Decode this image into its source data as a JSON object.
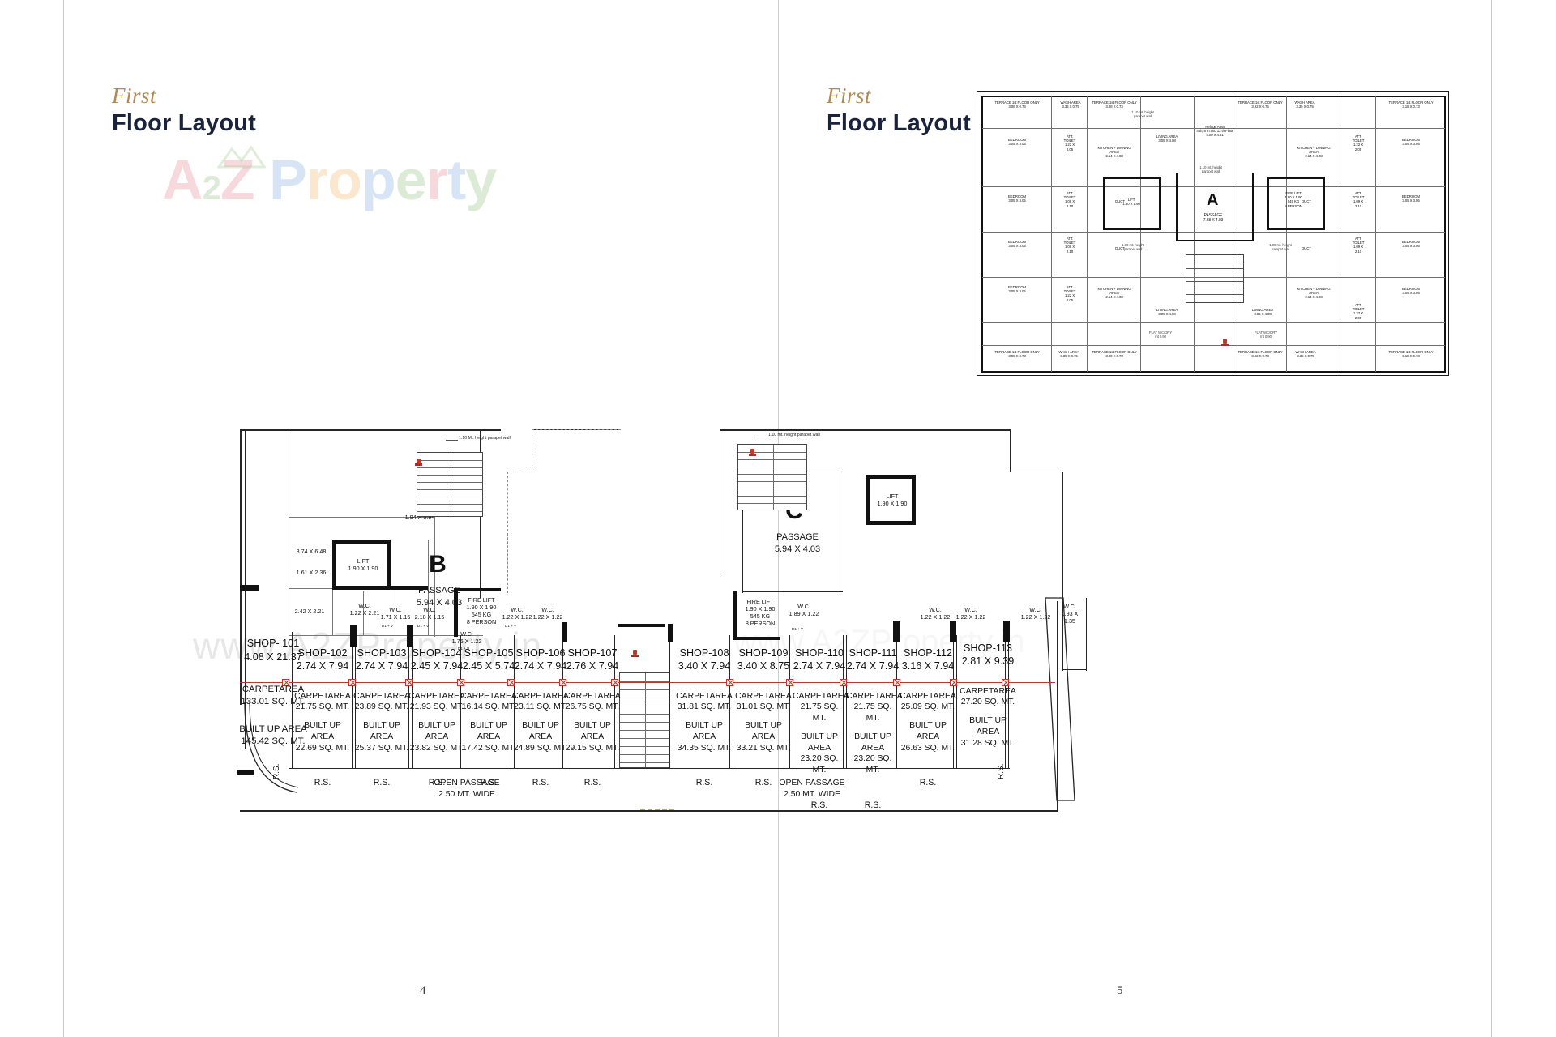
{
  "page": {
    "left_title": {
      "script": "First",
      "main": "Floor Layout"
    },
    "right_title": {
      "script": "First",
      "main": "Floor Layout"
    },
    "page_number_left": "4",
    "page_number_right": "5",
    "accent_script_color": "#b08a52",
    "accent_title_color": "#19233c",
    "red_dimension_color": "#c0392b"
  },
  "watermark": {
    "logo_a": "A",
    "logo_2": "2",
    "logo_z": "Z",
    "logo_p": "P",
    "logo_r": "r",
    "logo_o": "o",
    "logo_p2": "p",
    "logo_e": "e",
    "logo_r2": "r",
    "logo_t": "t",
    "logo_y": "y",
    "url": "www.A2ZProperty.in"
  },
  "keyplan": {
    "block_letter": "A",
    "passage": "PASSAGE\n7.68 X 4.03",
    "refuge": "Refuge Area\n4 th, 8 th and 12 th Floor\n4.00 X 4.31",
    "lift": "LIFT\n1.80 X 1.90",
    "fire_lift": "FIRE LIFT\n1.90 X 1.90\n545 KG\n8 PERSON",
    "rooms": [
      {
        "text": "TERRACE 1st FLOOR ONLY\n3.08 X 0.73"
      },
      {
        "text": "WASH AREA\n3.35 X 0.75"
      },
      {
        "text": "TERRACE 1st FLOOR ONLY\n3.08 X 0.73"
      },
      {
        "text": "TERRACE 1st FLOOR ONLY\n3.92 X 0.75"
      },
      {
        "text": "WASH AREA\n3.35 X 0.75"
      },
      {
        "text": "TERRACE 1st FLOOR ONLY\n3.18 X 0.73"
      },
      {
        "text": "BEDROOM\n3.05 X 3.05"
      },
      {
        "text": "ATT.\nTOILET\n1.22 X\n2.05"
      },
      {
        "text": "KITCHEN + DINNING\nAREA\n2.14 X 4.08"
      },
      {
        "text": "LIVING AREA\n3.05 X 4.08"
      },
      {
        "text": "KITCHEN + DINNING\nAREA\n2.14 X 4.08"
      },
      {
        "text": "ATT.\nTOILET\n1.22 X\n2.05"
      },
      {
        "text": "BEDROOM\n3.05 X 3.05"
      },
      {
        "text": "BEDROOM\n3.05 X 3.05"
      },
      {
        "text": "ATT.\nTOILET\n1.09 X\n2.10"
      },
      {
        "text": "DUCT"
      },
      {
        "text": "DUCT"
      },
      {
        "text": "ATT.\nTOILET\n1.09 X\n2.10"
      },
      {
        "text": "BEDROOM\n3.05 X 3.05"
      },
      {
        "text": "BEDROOM\n3.05 X 3.05"
      },
      {
        "text": "ATT.\nTOILET\n1.09 X\n2.10"
      },
      {
        "text": "DUCT"
      },
      {
        "text": "DUCT"
      },
      {
        "text": "ATT.\nTOILET\n1.09 X\n2.10"
      },
      {
        "text": "BEDROOM\n3.05 X 3.05"
      },
      {
        "text": "BEDROOM\n3.05 X 3.05"
      },
      {
        "text": "ATT.\nTOILET\n1.22 X\n2.05"
      },
      {
        "text": "KITCHEN + DINNING\nAREA\n2.14 X 4.08"
      },
      {
        "text": "LIVING AREA\n3.05 X 4.08"
      },
      {
        "text": "KITCHEN + DINNING\nAREA\n2.14 X 4.08"
      },
      {
        "text": "LIVING AREA\n3.05 X 4.08"
      },
      {
        "text": "ATT.\nTOILET\n1.27 X\n2.05"
      },
      {
        "text": "BEDROOM\n3.05 X 3.05"
      },
      {
        "text": "TERRACE 1st FLOOR ONLY\n3.08 X 0.73"
      },
      {
        "text": "WASH AREA\n3.35 X 0.75"
      },
      {
        "text": "TERRACE 1st FLOOR ONLY\n3.00 X 0.73"
      },
      {
        "text": "TERRACE 1st FLOOR ONLY\n3.92 X 0.73"
      },
      {
        "text": "WASH AREA\n3.35 X 0.75"
      },
      {
        "text": "TERRACE 1st FLOOR ONLY\n3.18 X 0.73"
      }
    ],
    "notes": [
      "1.10 mt. height\nparapet wall",
      "1.10 mt. height\nparapet wall",
      "1.00 mt. height\nparapet wall",
      "1.00 mt. height\nparapet wall",
      "FLAT WC/DRY\nmt 0.90",
      "FLAT WC/DRY\nmt 0.90"
    ]
  },
  "plan": {
    "block_b": {
      "letter": "B",
      "label": "PASSAGE\n5.94 X 4.03"
    },
    "block_c": {
      "letter": "C",
      "label": "PASSAGE\n5.94 X 4.03"
    },
    "lift_b": "LIFT\n1.90 X 1.90",
    "lift_c": "LIFT\n1.90 X 1.90",
    "fire_lift_b": "FIRE LIFT\n1.90 X 1.90\n545 KG\n8 PERSON",
    "fire_lift_c": "FIRE LIFT\n1.90 X 1.90\n545 KG\n8 PERSON",
    "rooms": [
      {
        "name": "room-dim-1",
        "text": "8.74 X 6.48"
      },
      {
        "name": "room-dim-2",
        "text": "1.94 X 5.94"
      },
      {
        "name": "room-dim-3",
        "text": "1.61 X 2.36"
      },
      {
        "name": "room-dim-4",
        "text": "2.42 X 2.21"
      }
    ],
    "wcs": [
      {
        "name": "wc-b-1",
        "text": "W.C.\n1.22 X 2.21"
      },
      {
        "name": "wc-b-2",
        "text": "W.C.\n1.22 X 1.22"
      },
      {
        "name": "wc-b-3",
        "text": "W.C.\n1.71 X 1.15"
      },
      {
        "name": "wc-b-4",
        "text": "W.C.\n2.18 X 1.15"
      },
      {
        "name": "wc-b-5",
        "text": "W.C.\n1.76 X 1.22"
      },
      {
        "name": "wc-b-6",
        "text": "W.C.\n1.22 X 1.22"
      },
      {
        "name": "wc-b-7",
        "text": "W.C.\n1.22 X 1.22"
      },
      {
        "name": "wc-c-1",
        "text": "W.C.\n1.22 X 1.22"
      },
      {
        "name": "wc-c-2",
        "text": "W.C.\n1.89 X 1.22"
      },
      {
        "name": "wc-c-3",
        "text": "W.C.\n1.22 X 1.22"
      },
      {
        "name": "wc-c-4",
        "text": "W.C.\n1.22 X 1.22"
      },
      {
        "name": "wc-c-5",
        "text": "W.C.\n1.22 X 1.22"
      },
      {
        "name": "wc-c-6",
        "text": "W.C.\n0.93 X\n1.35"
      }
    ],
    "dv_labels": [
      "D1 + V",
      "D1 + V",
      "D1 + V",
      "D1 + V",
      "D1 + V",
      "D1 + V",
      "D1 + V",
      "D1 + V"
    ],
    "parapet_notes": [
      "1.10 Mt. height\nparapet wall",
      "1.10 mt. height\nparapet wall"
    ],
    "open_passage_left": "OPEN PASSAGE\n2.50 MT. WIDE",
    "open_passage_right": "OPEN PASSAGE\n2.50 MT. WIDE",
    "rs_left": "R.S.",
    "rs_right": "R.S.",
    "carpet_label": "CARPETAREA",
    "built_label": "BUILT UP AREA",
    "unit": "SQ. MT.",
    "rs_label": "R.S."
  },
  "shops": [
    {
      "id": "SHOP- 101",
      "dims": "4.08 X 21.37",
      "carpet": "133.01 SQ. MT.",
      "built": "145.42 SQ. MT.",
      "rs": "R.S."
    },
    {
      "id": "SHOP-102",
      "dims": "2.74 X 7.94",
      "carpet": "21.75 SQ. MT.",
      "built": "22.69 SQ. MT.",
      "rs": "R.S."
    },
    {
      "id": "SHOP-103",
      "dims": "2.74 X 7.94",
      "carpet": "23.89 SQ. MT.",
      "built": "25.37 SQ. MT.",
      "rs": "R.S."
    },
    {
      "id": "SHOP-104",
      "dims": "2.45 X 7.94",
      "carpet": "21.93 SQ. MT.",
      "built": "23.82 SQ. MT.",
      "rs": "R.S."
    },
    {
      "id": "SHOP-105",
      "dims": "2.45 X 5.74",
      "carpet": "16.14 SQ. MT.",
      "built": "17.42 SQ. MT.",
      "rs": "R.S."
    },
    {
      "id": "SHOP-106",
      "dims": "2.74 X 7.94",
      "carpet": "23.11 SQ. MT.",
      "built": "24.89 SQ. MT.",
      "rs": "R.S."
    },
    {
      "id": "SHOP-107",
      "dims": "2.76 X 7.94",
      "carpet": "26.75 SQ. MT.",
      "built": "29.15 SQ. MT.",
      "rs": "R.S."
    },
    {
      "id": "SHOP-108",
      "dims": "3.40 X 7.94",
      "carpet": "31.81 SQ. MT.",
      "built": "34.35 SQ. MT.",
      "rs": "R.S."
    },
    {
      "id": "SHOP-109",
      "dims": "3.40 X 8.75",
      "carpet": "31.01 SQ. MT.",
      "built": "33.21 SQ. MT.",
      "rs": "R.S."
    },
    {
      "id": "SHOP-110",
      "dims": "2.74 X 7.94",
      "carpet": "21.75 SQ. MT.",
      "built": "23.20 SQ. MT.",
      "rs": "R.S."
    },
    {
      "id": "SHOP-111",
      "dims": "2.74 X 7.94",
      "carpet": "21.75 SQ. MT.",
      "built": "23.20 SQ. MT.",
      "rs": "R.S."
    },
    {
      "id": "SHOP-112",
      "dims": "3.16 X 7.94",
      "carpet": "25.09 SQ. MT.",
      "built": "26.63 SQ. MT.",
      "rs": "R.S."
    },
    {
      "id": "SHOP-113",
      "dims": "2.81 X 9.39",
      "carpet": "27.20 SQ. MT.",
      "built": "31.28 SQ. MT.",
      "rs": "R.S."
    }
  ]
}
